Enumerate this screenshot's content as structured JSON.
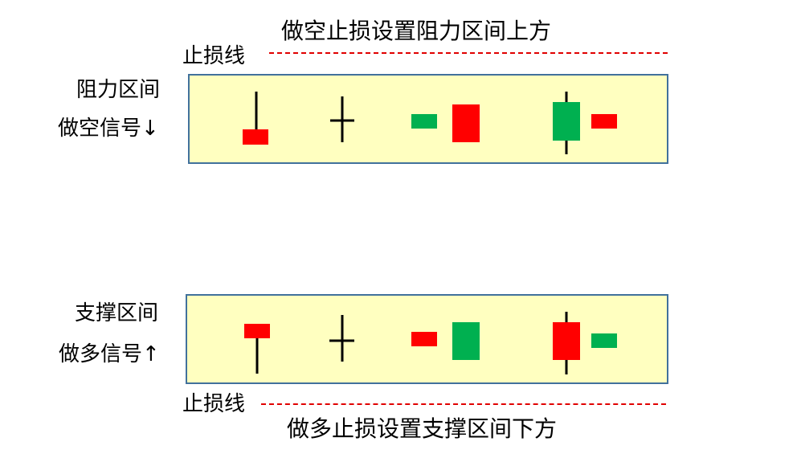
{
  "top": {
    "title": "做空止损设置阻力区间上方",
    "stop_line_label": "止损线",
    "zone_label": "阻力区间",
    "signal_label": "做空信号↓"
  },
  "bottom": {
    "title": "做多止损设置支撑区间下方",
    "stop_line_label": "止损线",
    "zone_label": "支撑区间",
    "signal_label": "做多信号↑"
  },
  "colors": {
    "bearish": "#ff0000",
    "bullish": "#00b050",
    "zone_fill": "#ffffc0",
    "zone_border": "#41719c",
    "stop_line": "#e00000"
  }
}
